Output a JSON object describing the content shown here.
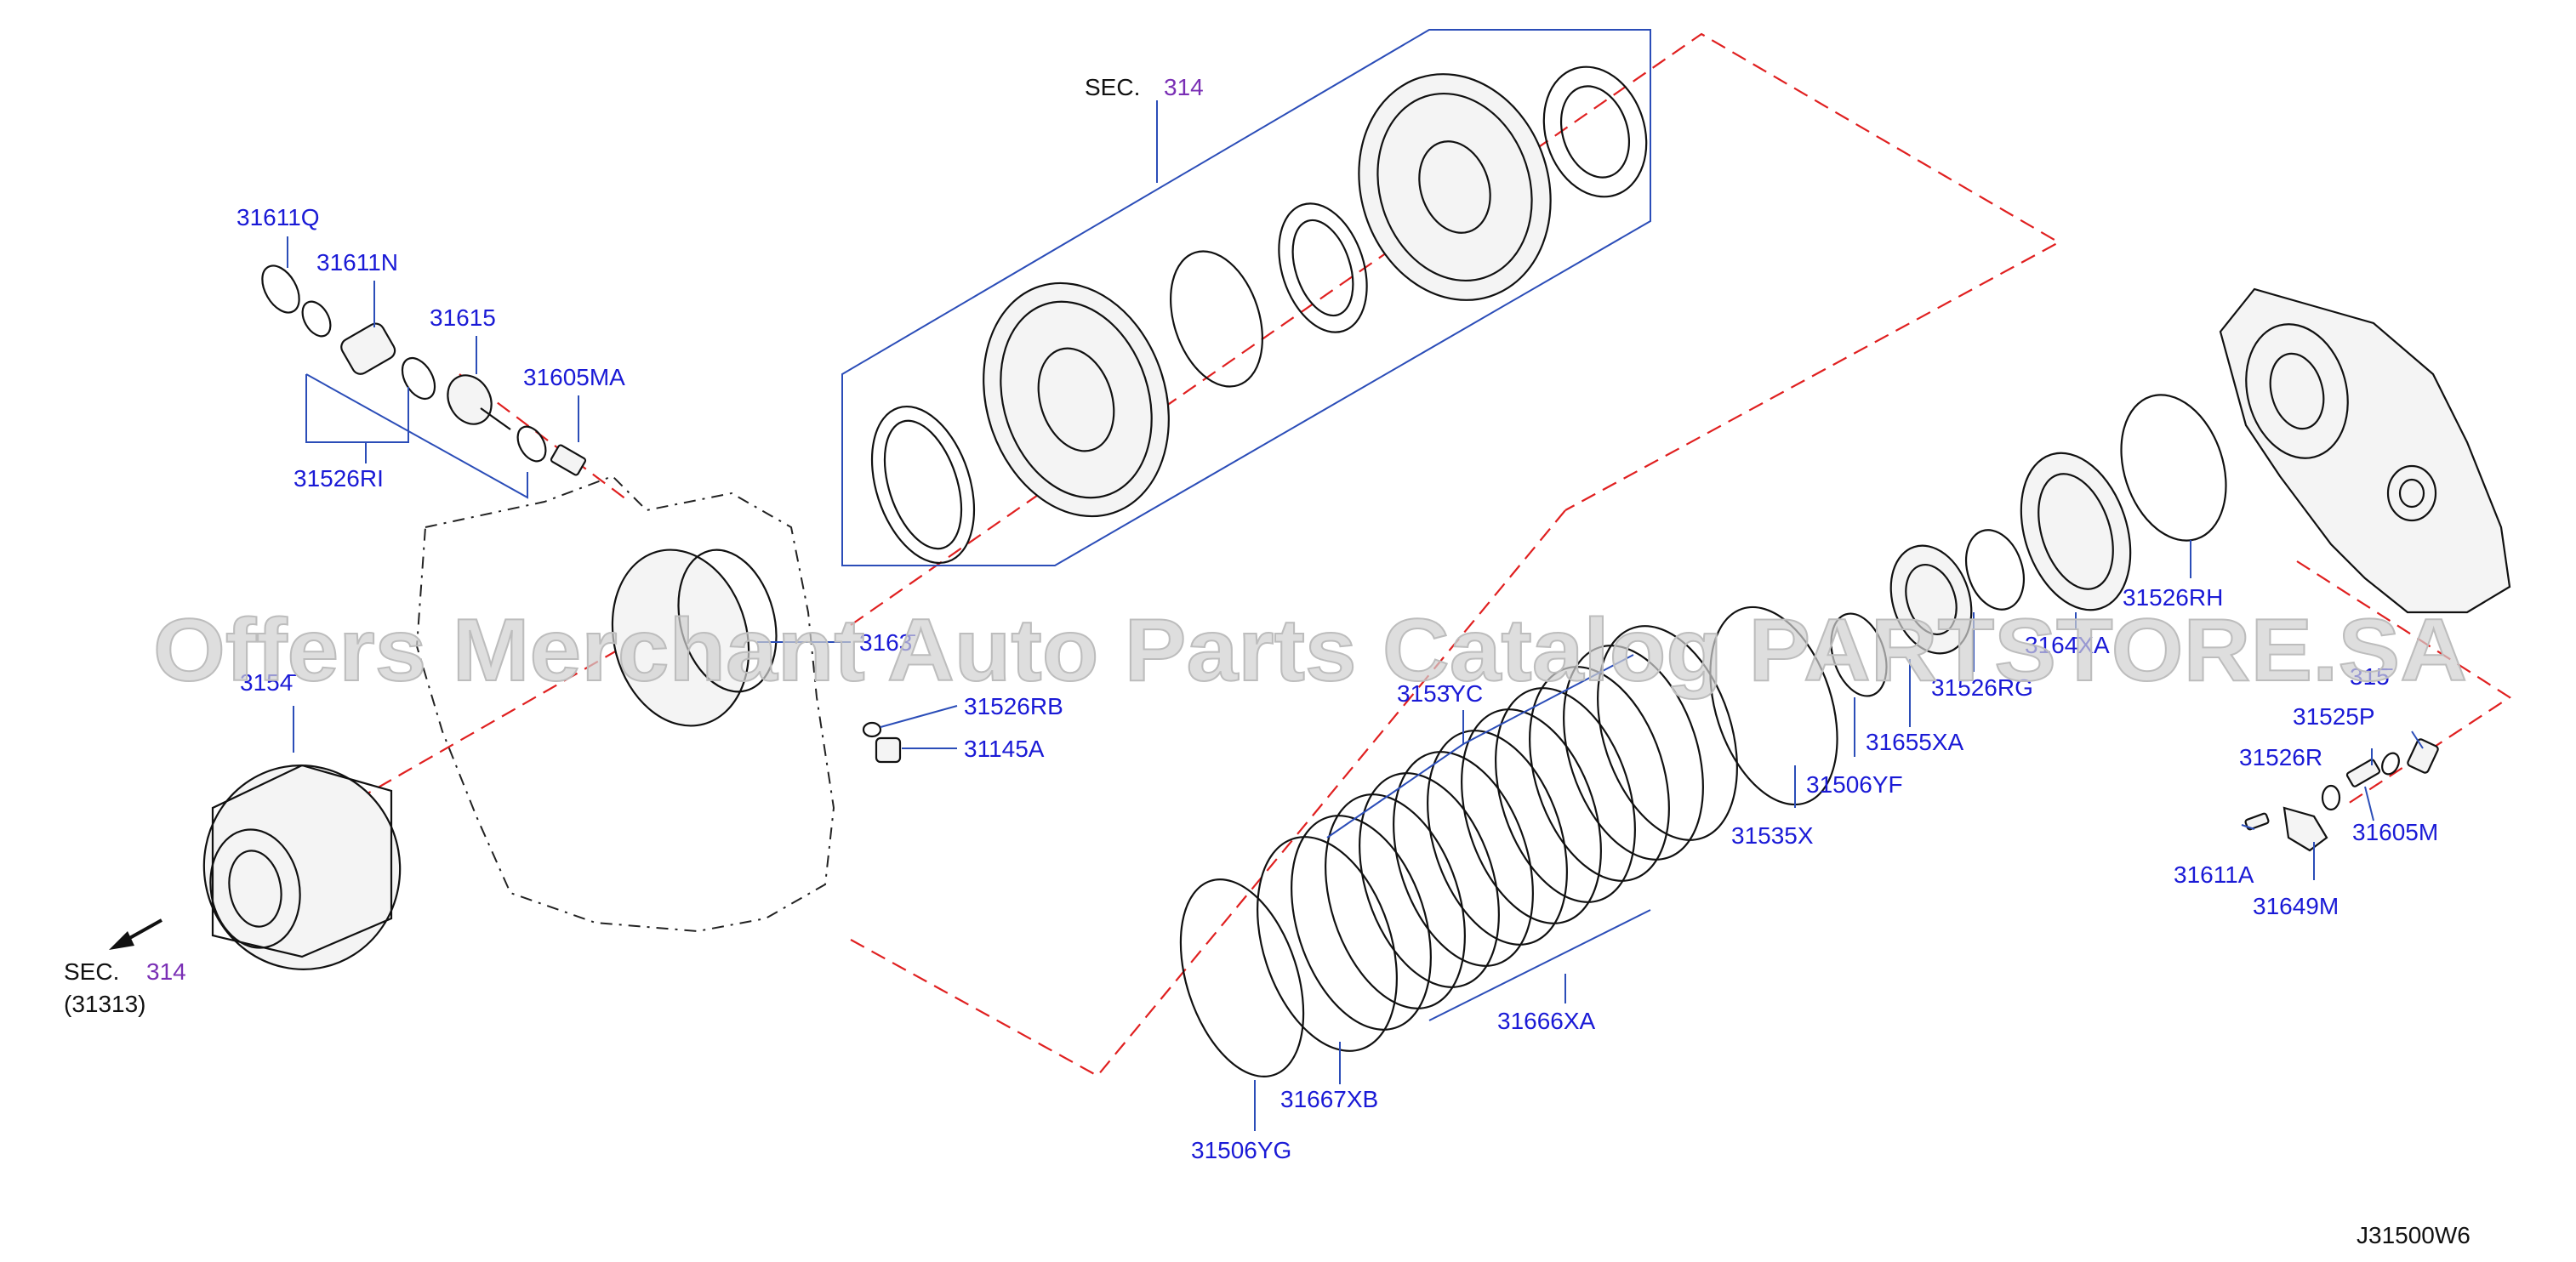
{
  "watermark": "Offers Merchant Auto Parts Catalog PARTSTORE.SA",
  "diagram_code": "J31500W6",
  "sec_top": {
    "prefix": "SEC.",
    "number": "314"
  },
  "sec_bottom": {
    "prefix": "SEC.",
    "number": "314",
    "sub": "(31313)"
  },
  "labels": {
    "p31611Q": "31611Q",
    "p31611N": "31611N",
    "p31615": "31615",
    "p31605MA": "31605MA",
    "p31526RI": "31526RI",
    "p3163": "3163̄",
    "p31540": "3154̄̄",
    "p31526RB": "31526RB",
    "p31145A": "31145A",
    "p31532": "3153̄YC",
    "p31666XA": "31666XA",
    "p31667XB": "31667XB",
    "p31506YG": "31506YG",
    "p31535X": "31535X",
    "p31506YF": "31506YF",
    "p31655XA": "31655XA",
    "p31526RG": "31526RG",
    "p3164XA": "3164̄XA",
    "p31526RH": "31526RH",
    "p315xx": "315̄̄",
    "p31525P": "31525P",
    "p31526R": "31526R",
    "p31605M": "31605M",
    "p31611A": "31611A",
    "p31649M": "31649M"
  }
}
